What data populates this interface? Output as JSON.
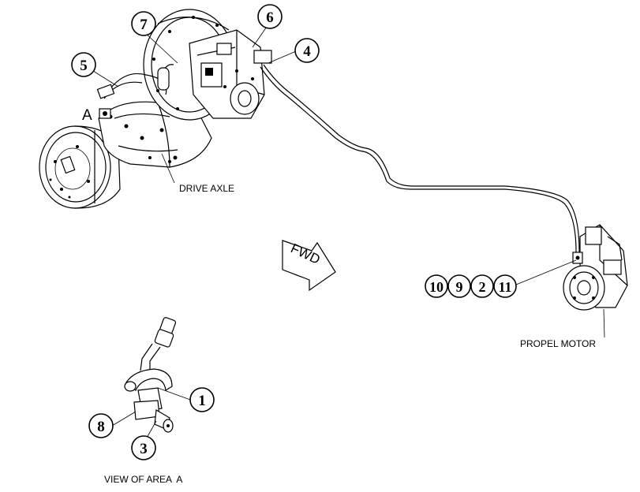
{
  "labels": {
    "drive_axle": "DRIVE AXLE",
    "propel_motor": "PROPEL MOTOR",
    "view_of_area": "VIEW OF AREA  A",
    "area_marker": "A",
    "forward_arrow": "FWD"
  },
  "callouts": {
    "c1": "1",
    "c2": "2",
    "c3": "3",
    "c4": "4",
    "c5": "5",
    "c6": "6",
    "c7": "7",
    "c8": "8",
    "c9": "9",
    "c10": "10",
    "c11": "11"
  }
}
